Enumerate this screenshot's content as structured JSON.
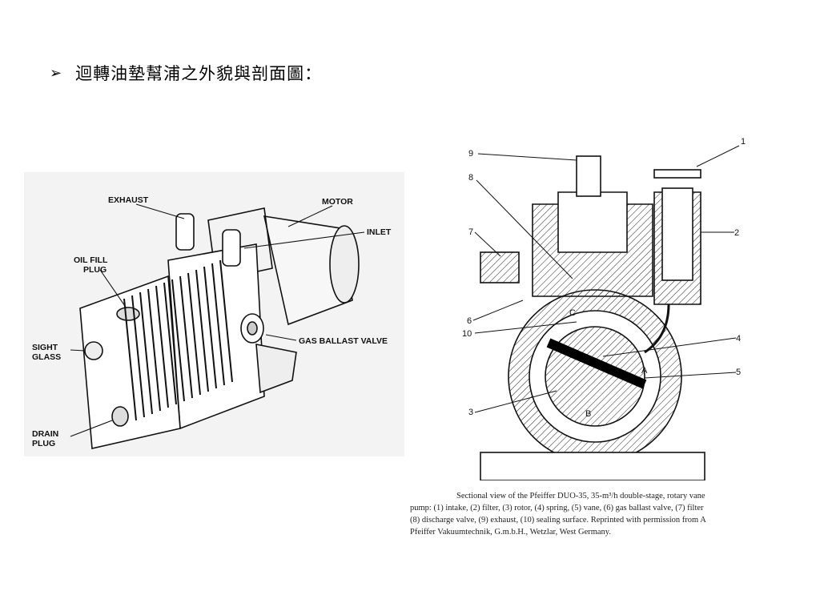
{
  "heading": {
    "bullet": "➢",
    "text": "迴轉油墊幫浦之外貌與剖面圖："
  },
  "left_figure": {
    "labels": {
      "exhaust": "EXHAUST",
      "motor": "MOTOR",
      "inlet": "INLET",
      "oil_fill_1": "OIL FILL",
      "oil_fill_2": "PLUG",
      "sight_1": "SIGHT",
      "sight_2": "GLASS",
      "gas_ballast": "GAS BALLAST VALVE",
      "drain_1": "DRAIN",
      "drain_2": "PLUG"
    }
  },
  "right_figure": {
    "numbers": {
      "n1": "1",
      "n2": "2",
      "n3": "3",
      "n4": "4",
      "n5": "5",
      "n6": "6",
      "n7": "7",
      "n8": "8",
      "n9": "9",
      "n10": "10",
      "a": "A",
      "b": "B",
      "c": "C"
    }
  },
  "caption": {
    "line1": "Sectional view of the Pfeiffer DUO-35, 35-m³/h double-stage, rotary vane",
    "line2": "pump: (1) intake, (2) filter, (3) rotor, (4) spring, (5) vane, (6) gas ballast valve, (7) filter",
    "line3": "(8) discharge valve, (9) exhaust, (10) sealing surface.  Reprinted with permission from A",
    "line4": "Pfeiffer Vakuumtechnik, G.m.b.H., Wetzlar, West Germany."
  }
}
